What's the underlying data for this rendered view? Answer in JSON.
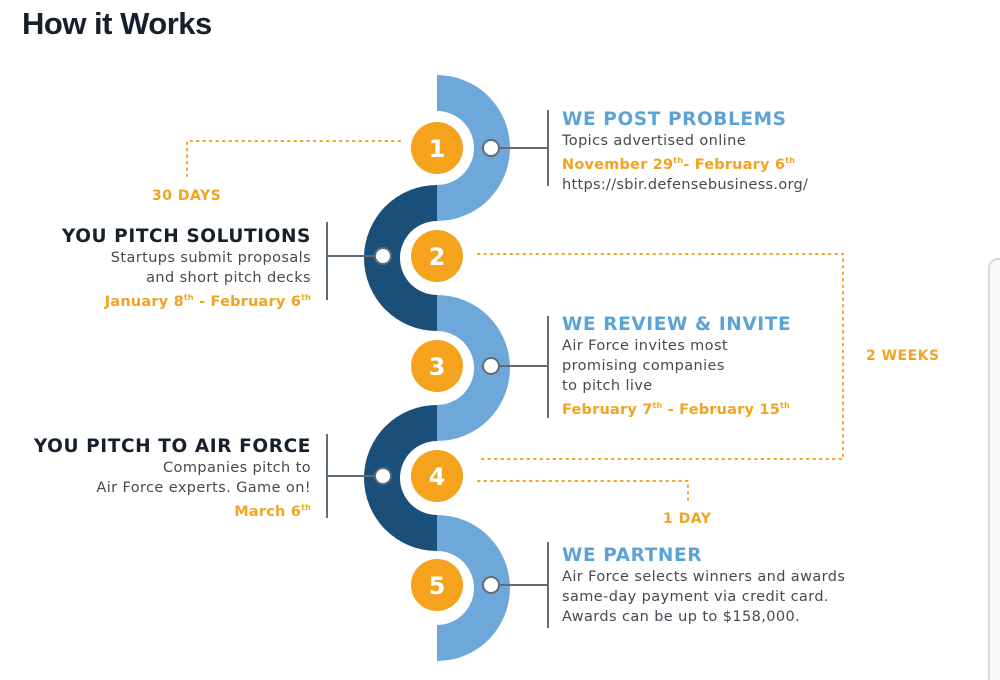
{
  "title": "How it Works",
  "colors": {
    "light_blue": "#6ea8da",
    "dark_blue": "#1a4f7a",
    "orange": "#f5a21d",
    "text_dark": "#16202d",
    "text_gray": "#444a52"
  },
  "steps": [
    {
      "number": "1",
      "heading": "WE POST PROBLEMS",
      "lines": [
        "Topics advertised online"
      ],
      "date_start": "November 29",
      "date_start_sup": "th",
      "date_sep": "- ",
      "date_end": "February 6",
      "date_end_sup": "th",
      "link": "https://sbir.defensebusiness.org/"
    },
    {
      "number": "2",
      "heading": "YOU PITCH SOLUTIONS",
      "lines": [
        "Startups submit proposals",
        "and short pitch decks"
      ],
      "date_start": "January 8",
      "date_start_sup": "th",
      "date_sep": " - ",
      "date_end": "February 6",
      "date_end_sup": "th"
    },
    {
      "number": "3",
      "heading": "WE REVIEW & INVITE",
      "lines": [
        "Air Force invites most",
        "promising companies",
        "to pitch live"
      ],
      "date_start": "February 7",
      "date_start_sup": "th",
      "date_sep": " - ",
      "date_end": "February 15",
      "date_end_sup": "th"
    },
    {
      "number": "4",
      "heading": "YOU PITCH TO AIR FORCE",
      "lines": [
        "Companies pitch to",
        "Air Force experts. Game on!"
      ],
      "date_start": "March 6",
      "date_start_sup": "th"
    },
    {
      "number": "5",
      "heading": "WE PARTNER",
      "lines": [
        "Air Force selects winners and awards",
        "same-day payment via credit card.",
        "Awards can be up to $158,000."
      ]
    }
  ],
  "durations": {
    "d30": "30 DAYS",
    "w2": "2 WEEKS",
    "d1": "1 DAY"
  }
}
